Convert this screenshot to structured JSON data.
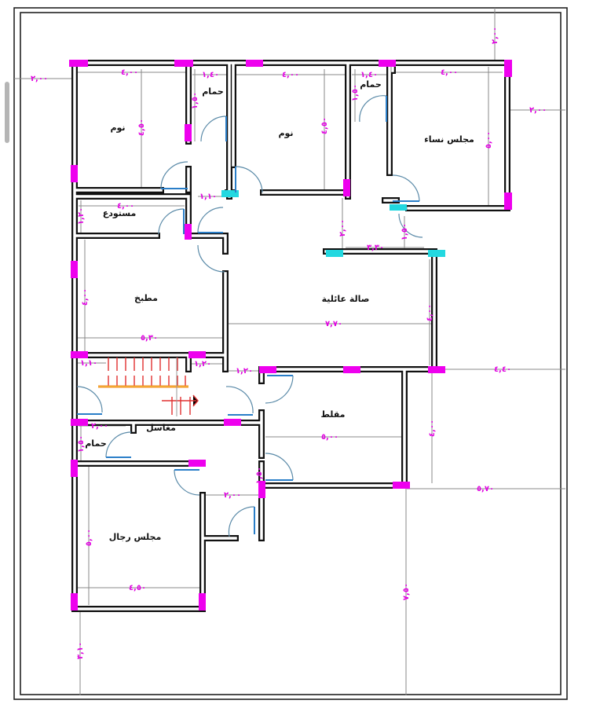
{
  "plan": {
    "colors": {
      "walls": "#111111",
      "windows": "#ee00ee",
      "openings": "#22d8e0",
      "dimensions": "#e000e0",
      "doors": "#2a7ec8",
      "stairs": "#e03030"
    },
    "rooms": [
      {
        "label": "نوم"
      },
      {
        "label": "نوم"
      },
      {
        "label": "مجلس نساء"
      },
      {
        "label": "حمام"
      },
      {
        "label": "حمام"
      },
      {
        "label": "مستودع"
      },
      {
        "label": "مطبخ"
      },
      {
        "label": "صالة عائلية"
      },
      {
        "label": "مقلط"
      },
      {
        "label": "مغاسل"
      },
      {
        "label": "حمام"
      },
      {
        "label": "مجلس رجال"
      }
    ],
    "dimensions": [
      "٤,٠٠",
      "١,٤٠",
      "٤,٠٠",
      "١,٤٠",
      "٤,٠٠",
      "٤,٥٠",
      "١,٥٠",
      "٤,٥٠",
      "١,٥٠",
      "٥,٠٠",
      "٢,٠٠",
      "٢,٠٠",
      "٢,٠٠",
      "٤,٠٠",
      "١,٢٠",
      "١,١٠",
      "٢,٠٠",
      "٣,٣٠",
      "١,٥٠",
      "٤,٠٠",
      "٥,٣٠",
      "٧,٧٠",
      "٤,٠٠",
      "٤,٤٠",
      "١,١٠",
      "١,٢٠",
      "١,٢٠",
      "٥,٠٠",
      "٤,٠٠",
      "٥,٧٠",
      "٢,٠٠",
      "١,٥٠",
      "٢,٠٠",
      "٥,٠٠",
      "٤,٥٠",
      "٧,٥٠",
      "٣,١٠",
      "١,٥٠"
    ]
  }
}
